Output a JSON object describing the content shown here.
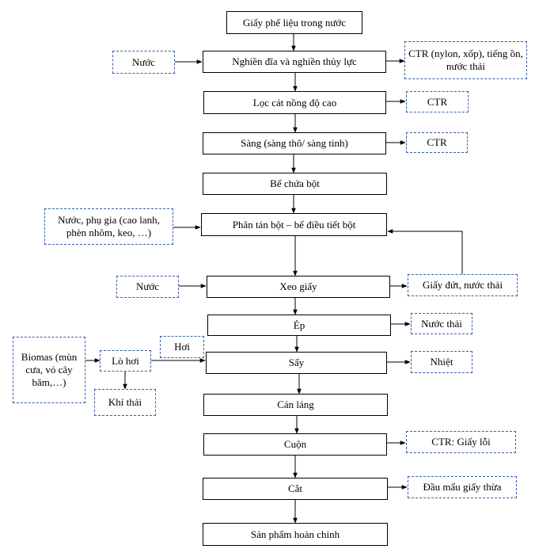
{
  "main_steps": [
    {
      "id": "s1",
      "label": "Giấy phế liệu trong nước"
    },
    {
      "id": "s2",
      "label": "Nghiền đĩa và nghiền thủy lực"
    },
    {
      "id": "s3",
      "label": "Lọc cát nồng độ cao"
    },
    {
      "id": "s4",
      "label": "Sàng (sàng thô/ sàng tinh)"
    },
    {
      "id": "s5",
      "label": "Bể chứa bột"
    },
    {
      "id": "s6",
      "label": "Phân tán bột – bể điều tiết bột"
    },
    {
      "id": "s7",
      "label": "Xeo giấy"
    },
    {
      "id": "s8",
      "label": "Ép"
    },
    {
      "id": "s9",
      "label": "Sấy"
    },
    {
      "id": "s10",
      "label": "Cán láng"
    },
    {
      "id": "s11",
      "label": "Cuộn"
    },
    {
      "id": "s12",
      "label": "Cắt"
    },
    {
      "id": "s13",
      "label": "Sản phẩm hoàn chỉnh"
    }
  ],
  "inputs": [
    {
      "id": "in1",
      "label": "Nước"
    },
    {
      "id": "in2",
      "label": "Nước, phụ gia (cao lanh, phèn nhôm, keo, …)"
    },
    {
      "id": "in3",
      "label": "Nước"
    },
    {
      "id": "in4",
      "label": "Biomas (mùn cưa, vỏ cây băm,…)"
    },
    {
      "id": "boiler",
      "label": "Lò hơi"
    },
    {
      "id": "steam",
      "label": "Hơi"
    },
    {
      "id": "exhaust",
      "label": "Khí thải"
    }
  ],
  "outputs": [
    {
      "id": "out1",
      "label": "CTR (nylon, xốp), tiếng ồn, nước thải"
    },
    {
      "id": "out2",
      "label": "CTR"
    },
    {
      "id": "out3",
      "label": "CTR"
    },
    {
      "id": "out4",
      "label": "Giấy đứt, nước thải"
    },
    {
      "id": "out5",
      "label": "Nước thải"
    },
    {
      "id": "out6",
      "label": "Nhiệt"
    },
    {
      "id": "out7",
      "label": "CTR: Giấy lỗi"
    },
    {
      "id": "out8",
      "label": "Đầu mẩu giấy thừa"
    }
  ]
}
